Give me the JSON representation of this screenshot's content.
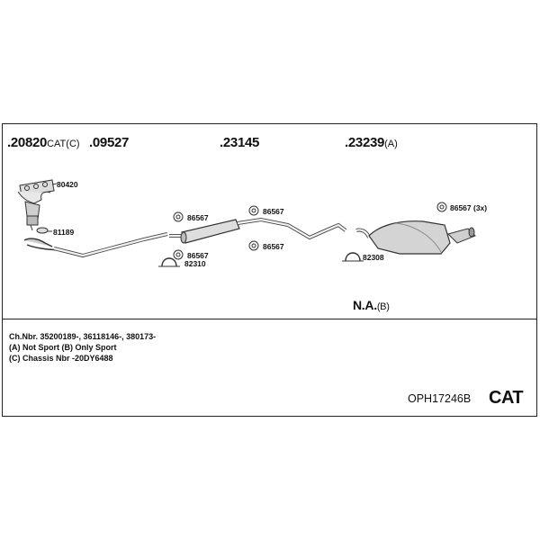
{
  "parts": {
    "p20820": {
      "number": "20820",
      "suffix": "CAT(C)"
    },
    "p09527": {
      "number": "09527",
      "suffix": ""
    },
    "p23145": {
      "number": "23145",
      "suffix": ""
    },
    "p23239": {
      "number": "23239",
      "suffix": "(A)"
    }
  },
  "labels": {
    "l80420": "80420",
    "l81189": "81189",
    "l86567a": "86567",
    "l86567b": "86567",
    "l86567c": "86567",
    "l86567d": "86567",
    "l82310": "82310",
    "l82308": "82308",
    "l86567x3": "86567 (3x)"
  },
  "na": {
    "text": "N.A.",
    "suffix": "(B)"
  },
  "notes": {
    "line1": "Ch.Nbr. 35200189-, 36118146-, 380173-",
    "line2": "(A) Not Sport (B) Only Sport",
    "line3": "(C) Chassis Nbr -20DY6488"
  },
  "code": "OPH17246B",
  "cat": "CAT"
}
